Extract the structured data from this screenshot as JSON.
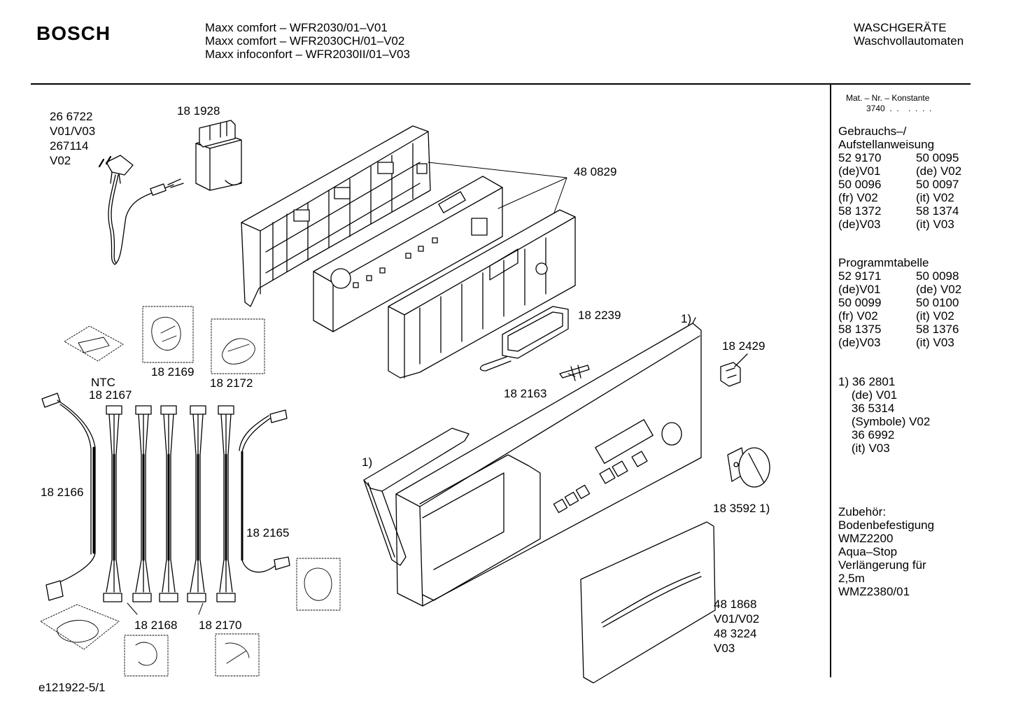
{
  "header": {
    "brand": "BOSCH",
    "models": [
      "Maxx comfort – WFR2030/01–V01",
      "Maxx comfort – WFR2030CH/01–V02",
      "Maxx infoconfort – WFR2030II/01–V03"
    ],
    "category": "WASCHGERÄTE",
    "subcategory": "Waschvollautomaten"
  },
  "sidebar": {
    "mat_label": "Mat. – Nr. – Konstante",
    "mat_value": "3740  .  .    .  .  .  .",
    "manual_title_1": "Gebrauchs–/",
    "manual_title_2": "Aufstellanweisung",
    "manual_rows": [
      [
        "52 9170",
        "50 0095"
      ],
      [
        "(de)V01",
        "(de) V02"
      ],
      [
        "50 0096",
        "50 0097"
      ],
      [
        "(fr) V02",
        "(it) V02"
      ],
      [
        "58 1372",
        "58 1374"
      ],
      [
        "(de)V03",
        "(it) V03"
      ]
    ],
    "program_title": "Programmtabelle",
    "program_rows": [
      [
        "52 9171",
        "50 0098"
      ],
      [
        "(de)V01",
        "(de) V02"
      ],
      [
        "50 0099",
        "50 0100"
      ],
      [
        "(fr) V02",
        "(it) V02"
      ],
      [
        "58 1375",
        "58 1376"
      ],
      [
        "(de)V03",
        "(it) V03"
      ]
    ],
    "footnote_lines": [
      "1) 36 2801",
      "    (de) V01",
      "    36 5314",
      "    (Symbole) V02",
      "    36 6992",
      "    (it) V03"
    ],
    "accessory_lines": [
      "Zubehör:",
      "Bodenbefestigung",
      "WMZ2200",
      "Aqua–Stop",
      "Verlängerung für",
      "2,5m",
      "WMZ2380/01"
    ]
  },
  "labels": {
    "cable_part": "26 6722",
    "cable_v1": "V01/V03",
    "cable_part2": "267114",
    "cable_v2": "V02",
    "filter": "18 1928",
    "module": "48 0829",
    "display": "18 2239",
    "fn1_top": "1)",
    "connector": "18 2429",
    "pin": "18 2163",
    "ntc": "NTC",
    "ntc_part": "18 2167",
    "harness_2169": "18 2169",
    "harness_2172": "18 2172",
    "harness_2166": "18 2166",
    "harness_2165": "18 2165",
    "seal_fn": "1)",
    "knob": "18 3592 1)",
    "harness_2168": "18 2168",
    "harness_2170": "18 2170",
    "door_part": "48 1868",
    "door_v1": "V01/V02",
    "door_part2": "48 3224",
    "door_v2": "V03",
    "drawing_id": "e121922-5/1"
  }
}
